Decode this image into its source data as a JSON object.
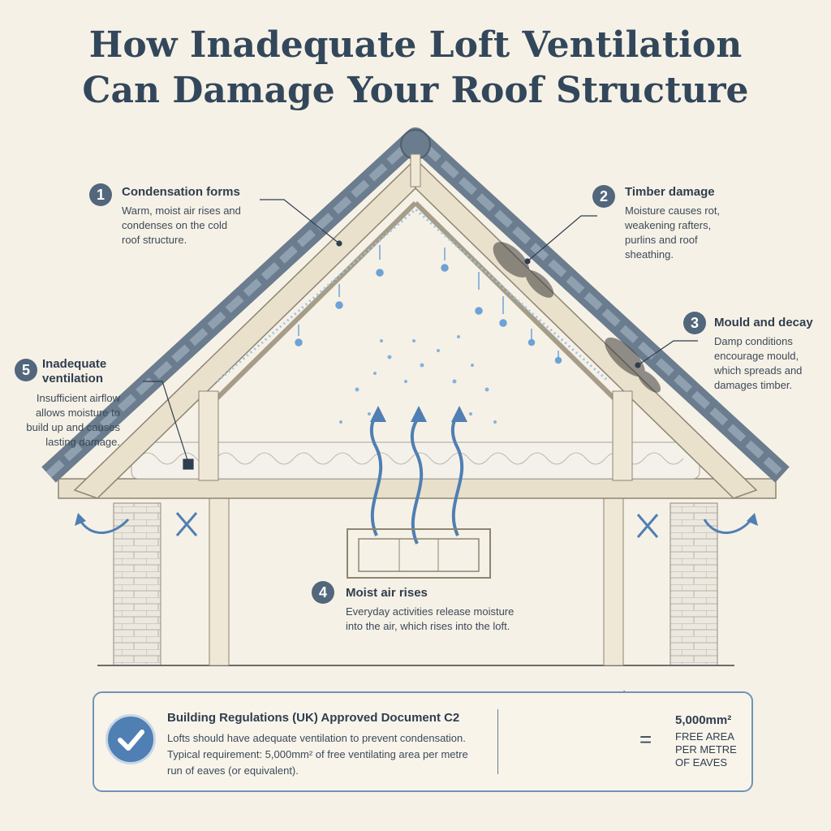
{
  "title": {
    "line1": "How Inadequate Loft Ventilation",
    "line2": "Can Damage Your Roof Structure"
  },
  "callouts": [
    {
      "number": "1",
      "title": "Condensation forms",
      "lines": [
        "Warm, moist air rises and",
        "condenses on the cold",
        "roof structure."
      ]
    },
    {
      "number": "2",
      "title": "Timber damage",
      "lines": [
        "Moisture causes rot,",
        "weakening rafters,",
        "purlins and roof",
        "sheathing."
      ]
    },
    {
      "number": "3",
      "title": "Mould and decay",
      "lines": [
        "Damp conditions",
        "encourage mould,",
        "which spreads and",
        "damages timber."
      ]
    },
    {
      "number": "4",
      "title": "Moist air rises",
      "lines": [
        "Everyday activities release moisture",
        "into the air, which rises into the loft."
      ]
    },
    {
      "number": "5",
      "title_lines": [
        "Inadequate",
        "ventilation"
      ],
      "lines": [
        "Insufficient airflow",
        "allows moisture to",
        "build up and causes",
        "lasting damage."
      ]
    }
  ],
  "regulations": {
    "title": "Building Regulations (UK) Approved Document C2",
    "lines": [
      "Lofts should have adequate ventilation to prevent condensation.",
      "Typical requirement: 5,000mm² of free ventilating area per metre",
      "run of eaves (or equivalent)."
    ],
    "equals": "=",
    "free_area": {
      "value": "5,000mm²",
      "lines": [
        "FREE AREA",
        "PER METRE",
        "OF EAVES"
      ]
    }
  },
  "icons": [
    "check-icon",
    "blocked-vent-x-icon",
    "airflow-arrow-icon",
    "water-drop-icon"
  ],
  "colors": {
    "accent": "#4f7fb3",
    "badge": "#52667c",
    "moisture": "#6ea2d6",
    "mould": "#3b3b3b",
    "timber": "#e4dcc6"
  }
}
